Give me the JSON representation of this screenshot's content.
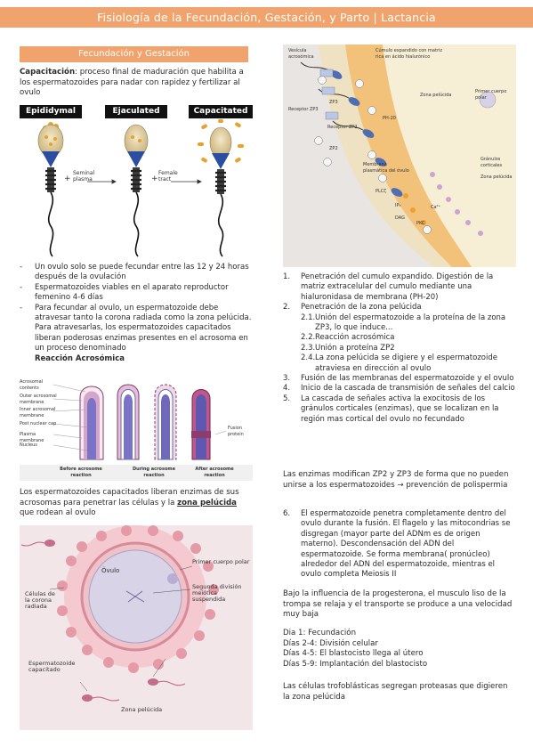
{
  "header": {
    "title": "Fisiología de la Fecundación, Gestación, y Parto | Lactancia"
  },
  "section": {
    "title": "Fecundación y Gestación"
  },
  "capacitacion": {
    "term": "Capacitación",
    "text": ": proceso final de maduración que habilita a los espermatozoides para nadar con rapidez y fertilizar al ovulo"
  },
  "sperm_figure": {
    "stages": [
      "Epididymal",
      "Ejaculated",
      "Capacitated"
    ],
    "between": [
      "Seminal plasma",
      "Female tract"
    ],
    "plus": "+"
  },
  "bullets": [
    "Un ovulo solo se puede fecundar entre las 12 y 24 horas después de la ovulación",
    "Espermatozoides viables en el aparato reproductor femenino 4-6 días",
    "Para fecundar al ovulo, un espermatozoide debe atravesar tanto la corona radiada como la zona pelúcida. Para atravesarlas, los espermatozoides capacitados liberan poderosas enzimas presentes en el acrosoma en un proceso denominado"
  ],
  "bullet_dash": "-",
  "reaccion": "Reacción Acrosómica",
  "acrosome_figure": {
    "labels": [
      "Acrosomal contents",
      "Outer acrosomal membrane",
      "Inner acrosomal membrane",
      "Post nuclear cap",
      "Plasma membrane",
      "Nucleus",
      "Fusion protein"
    ],
    "captions": [
      "Before acrosome reaction",
      "During acrosome reaction",
      "After acrosome reaction"
    ]
  },
  "enzimas_para": {
    "pre": "Los espermatozoides capacitados liberan enzimas de sus acrosomas para penetrar las células y la ",
    "bold": "zona pelúcida",
    "post": " que rodean al ovulo"
  },
  "ovulo_figure": {
    "labels": [
      "Óvulo",
      "Primer cuerpo polar",
      "Segunda división meiótica suspendida",
      "Células de la corona radiada",
      "Espermatozoide capacitado",
      "Zona pelúcida"
    ]
  },
  "zona_figure": {
    "labels": [
      "Vesícula acrosómica",
      "Cúmulo expandido con matriz rica en ácido hialurónico",
      "Zona pelúcida",
      "Primer cuerpo polar",
      "Receptor ZP3",
      "Receptor ZP2",
      "Gránulos corticales",
      "Zona pelúcida",
      "Membrana plasmática del óvulo",
      "PH-20",
      "ZP3",
      "ZP2",
      "PLCζ",
      "IP₃",
      "DAG",
      "Ca²⁺",
      "PKC"
    ]
  },
  "steps": [
    {
      "n": "1.",
      "text": "Penetración del cumulo expandido. Digestión de la matriz extracelular del cumulo mediante una hialuronidasa de membrana (PH-20)"
    },
    {
      "n": "2.",
      "text": "Penetración de la zona pelúcida",
      "sub": [
        {
          "n": "2.1.",
          "text": "Unión del espermatozoide a la proteína de la zona ZP3, lo que induce..."
        },
        {
          "n": "2.2.",
          "text": "Reacción acrosómica"
        },
        {
          "n": "2.3.",
          "text": "Unión a proteína ZP2"
        },
        {
          "n": "2.4.",
          "text": "La zona pelúcida se digiere y el espermatozoide atraviesa en dirección al ovulo"
        }
      ]
    },
    {
      "n": "3.",
      "text": "Fusión de las membranas del espermatozoide y el ovulo"
    },
    {
      "n": "4.",
      "text": "Inicio de la cascada de transmisión de señales del calcio"
    },
    {
      "n": "5.",
      "text": "La cascada de señales activa la exocitosis de los gránulos corticales (enzimas), que se localizan en la región mas cortical del ovulo no fecundado"
    }
  ],
  "enzymes_para": "Las enzimas modifican ZP2 y ZP3 de forma que no pueden unirse a los espermatozoides → prevención de polispermia",
  "step6": {
    "n": "6.",
    "text": "El espermatozoide penetra completamente dentro del ovulo durante la fusión. El flagelo y las mitocondrias se disgregan (mayor parte del ADNm es de origen materno). Descondensación del ADN del espermatozoide. Se forma membrana( pronúcleo) alrededor del ADN del espermatozoide, mientras el ovulo completa Meiosis II"
  },
  "progesterone_para": "Bajo la influencia de la progesterona, el musculo liso de la trompa se relaja y el transporte se produce a una velocidad muy baja",
  "days": [
    "Dia 1: Fecundación",
    "Días 2-4: División celular",
    "Días 4-5: El blastocisto llega al útero",
    "Días 5-9: Implantación del blastocisto"
  ],
  "trofo_para": "Las células trofoblásticas segregan proteasas que digieren la zona pelúcida",
  "colors": {
    "accent": "#f0a36d",
    "zona": "#f2c27a",
    "cumulus": "#efe2c3",
    "egg": "#f7eed6"
  }
}
